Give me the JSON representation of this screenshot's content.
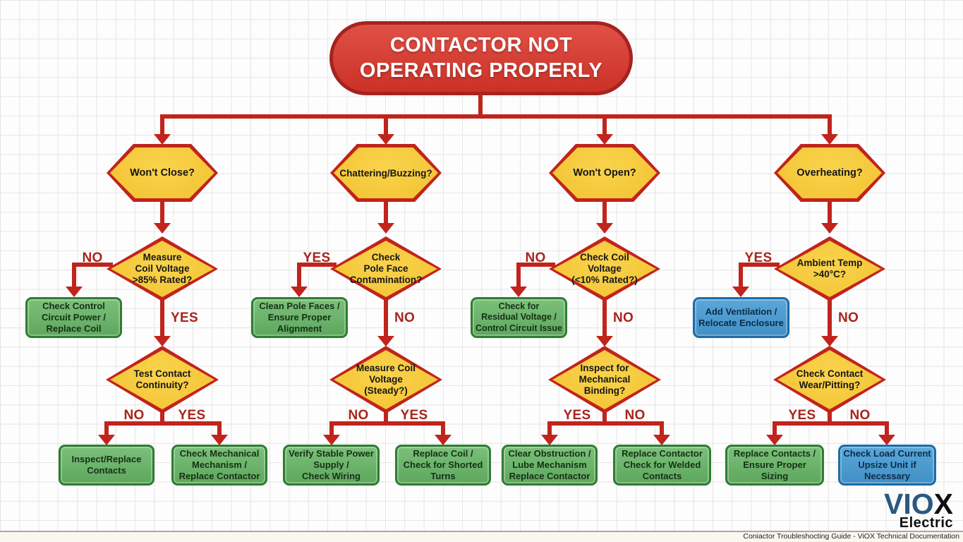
{
  "title": "CONTACTOR NOT\nOPERATING PROPERLY",
  "columns": [
    {
      "symptom": "Won't Close?",
      "decision1": "Measure\nCoil Voltage\n>85% Rated?",
      "d1_side_label": "NO",
      "side_action": "Check Control\nCircuit Power /\nReplace Coil",
      "d1_down_label": "YES",
      "decision2": "Test Contact\nContinuity?",
      "d2_left_label": "NO",
      "left_action": "Inspect/Replace\nContacts",
      "d2_right_label": "YES",
      "right_action": "Check Mechanical\nMechanism /\nReplace Contactor"
    },
    {
      "symptom": "Chattering/Buzzing?",
      "decision1": "Check\nPole Face\nContamination?",
      "d1_side_label": "YES",
      "side_action": "Clean Pole Faces /\nEnsure Proper\nAlignment",
      "d1_down_label": "NO",
      "decision2": "Measure Coil\nVoltage\n(Steady?)",
      "d2_left_label": "NO",
      "left_action": "Verify Stable Power\nSupply /\nCheck Wiring",
      "d2_right_label": "YES",
      "right_action": "Replace Coil /\nCheck for Shorted\nTurns"
    },
    {
      "symptom": "Won't Open?",
      "decision1": "Check Coil\nVoltage\n(<10% Rated?)",
      "d1_side_label": "NO",
      "side_action": "Check for\nResidual Voltage /\nControl Circuit Issue",
      "d1_down_label": "NO",
      "decision2": "Inspect for\nMechanical\nBinding?",
      "d2_left_label": "YES",
      "left_action": "Clear Obstruction /\nLube Mechanism\nReplace Contactor",
      "d2_right_label": "NO",
      "right_action": "Replace Contactor\nCheck for Welded\nContacts"
    },
    {
      "symptom": "Overheating?",
      "decision1": "Ambient Temp\n>40°C?",
      "d1_side_label": "YES",
      "side_action": "Add Ventilation /\nRelocate Enclosure",
      "d1_down_label": "NO",
      "decision2": "Check Contact\nWear/Pitting?",
      "d2_left_label": "YES",
      "left_action": "Replace Contacts /\nEnsure Proper Sizing",
      "d2_right_label": "NO",
      "right_action": "Check Load Current\nUpsize Unit if\nNecessary"
    }
  ],
  "footer": {
    "caption": "Coniactor Troubleshocting Guide - ViOX Technical Documentation",
    "logo_main_vio": "VIO",
    "logo_main_x": "X",
    "logo_sub": "Electric"
  },
  "colors": {
    "connector_red": "#c0241c",
    "title_fill_red": "#cf3529",
    "title_border_red": "#a6231f",
    "node_yellow": "#f7ca3d",
    "node_border_red": "#c3261c",
    "action_green": "#6cb46b",
    "action_green_border": "#2e7d32",
    "action_blue": "#4f9fd4",
    "action_blue_border": "#1e6ca6",
    "branch_label_red": "#a9241c",
    "logo_navy": "#2b5880"
  }
}
